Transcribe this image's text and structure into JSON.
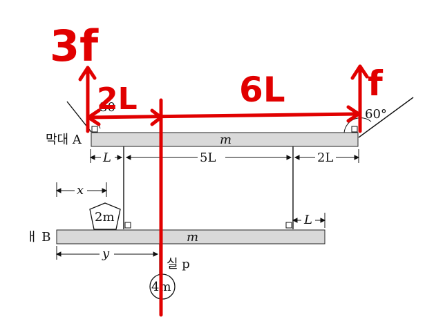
{
  "labels": {
    "angle_left": "30",
    "angle_right": "60°",
    "rod_a_name": "막대 A",
    "rod_a_mass": "m",
    "dim_a1": "L",
    "dim_a2": "5L",
    "dim_a3": "2L",
    "x": "x",
    "block_mass": "2m",
    "dim_b_right": "L",
    "rod_b_name": "ㅐ B",
    "rod_b_mass": "m",
    "y": "y",
    "string_p": "실 p",
    "weight_mass": "4m"
  },
  "annotations": {
    "force_left": "3f",
    "force_right": "f",
    "length_left": "2L",
    "length_right": "6L",
    "color": "#e10000"
  }
}
